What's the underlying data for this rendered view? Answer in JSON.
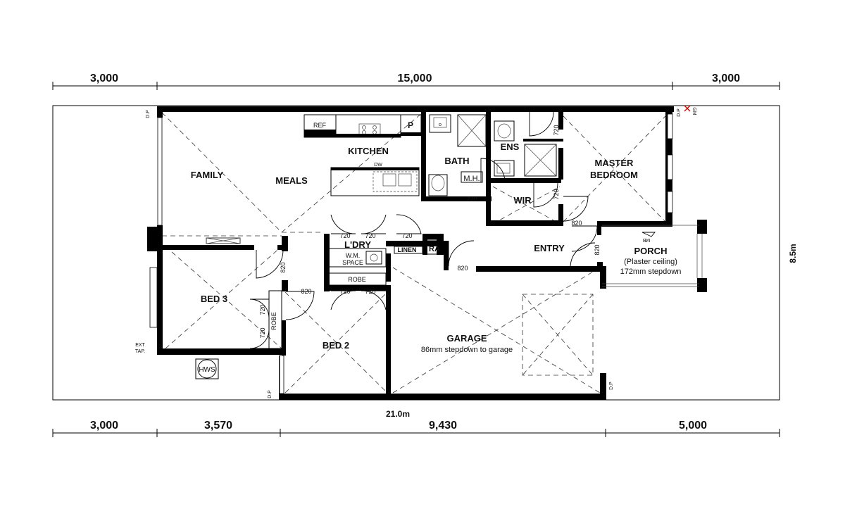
{
  "plan": {
    "rooms": {
      "kitchen": "KITCHEN",
      "family": "FAMILY",
      "meals": "MEALS",
      "bath": "BATH",
      "ens": "ENS",
      "master_line1": "MASTER",
      "master_line2": "BEDROOM",
      "wir": "WIR",
      "entry": "ENTRY",
      "porch": "PORCH",
      "porch_note1": "(Plaster ceiling)",
      "porch_note2": "172mm stepdown",
      "laundry": "L'DRY",
      "wm_line1": "W.M.",
      "wm_line2": "SPACE",
      "linen": "LINEN",
      "ra": "RA",
      "robe_laundry": "ROBE",
      "robe_bed3": "ROBE",
      "bed3": "BED 3",
      "bed2": "BED 2",
      "garage": "GARAGE",
      "garage_note": "86mm stepdown to garage",
      "pantry": "P",
      "ref": "REF",
      "dw": "DW",
      "mh": "M.H.",
      "hws": "HWS",
      "mb": "MB",
      "gm": "GM"
    },
    "dimensions": {
      "top": [
        "3,000",
        "15,000",
        "3,000"
      ],
      "bottom": [
        "3,000",
        "3,570",
        "9,430",
        "5,000"
      ],
      "overall_width": "21.0m",
      "overall_depth": "8.5m"
    },
    "door_widths": {
      "d720": "720",
      "d820": "820"
    },
    "labels": {
      "dp": "D.P",
      "ext_tap_1": "EXT",
      "ext_tap_2": "TAP."
    }
  }
}
